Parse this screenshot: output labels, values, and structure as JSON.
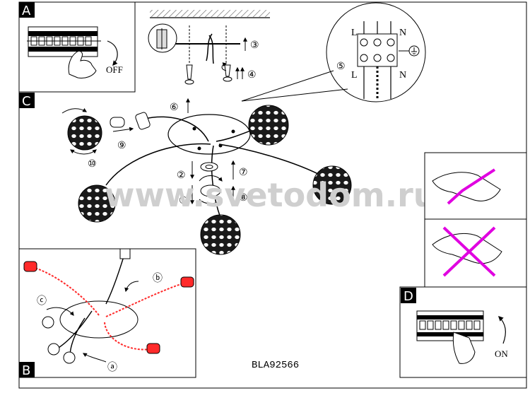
{
  "panels": {
    "a": "A",
    "b": "B",
    "c": "C",
    "d": "D"
  },
  "switch_states": {
    "off": "OFF",
    "on": "ON"
  },
  "terminals": {
    "live_top": "L",
    "neutral_top": "N",
    "live_bottom": "L",
    "neutral_bottom": "N"
  },
  "steps": {
    "s1": "①",
    "s2": "②",
    "s3": "③",
    "s4": "④",
    "s5": "⑤",
    "s6": "⑥",
    "s7": "⑦",
    "s8": "⑧",
    "s9": "⑨",
    "s10": "⑩",
    "sa": "ⓐ",
    "sb": "ⓑ",
    "sc": "ⓒ"
  },
  "watermark": "www.svetodom.ru",
  "model_number": "BLA92566",
  "colors": {
    "highlight": "#ff2a2a",
    "wrong_mark": "#e000e0",
    "ink": "#000000"
  }
}
